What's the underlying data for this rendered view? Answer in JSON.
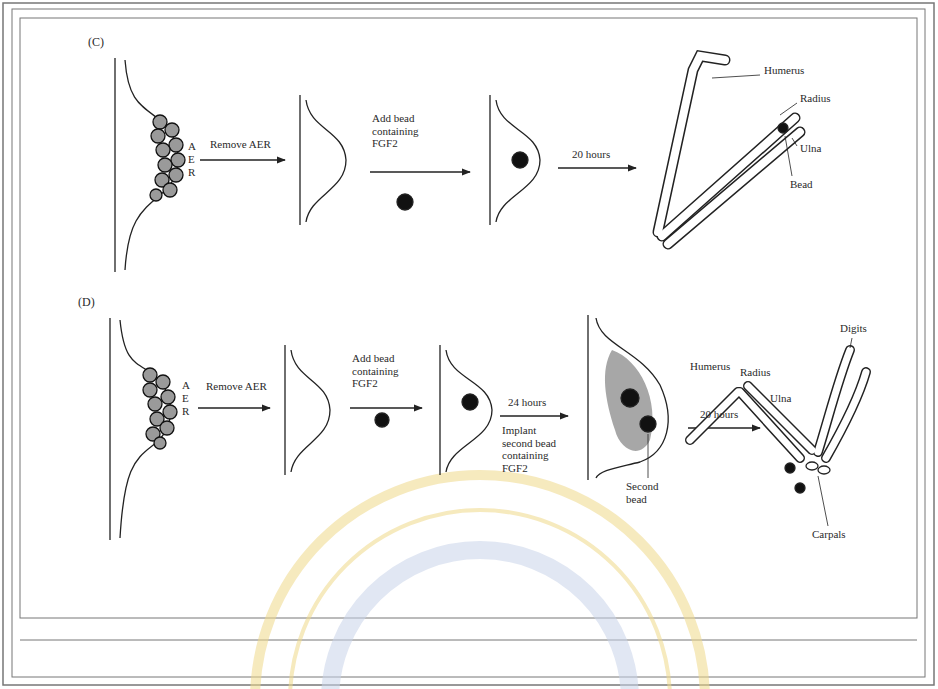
{
  "diagram": {
    "labels": [
      "(C)",
      "A",
      "E",
      "R",
      "Remove AER",
      "Add bead containing FGF2",
      "20 hours",
      "Humerus",
      "Radius",
      "Ulna",
      "Bead",
      "(D)",
      "A",
      "E",
      "R",
      "Remove AER",
      "Add bead containing FGF2",
      "24 hours",
      "Implant second bead containing FGF2",
      "Second bead",
      "20 hours",
      "Humerus",
      "Radius",
      "Ulna",
      "Digits",
      "Carpals"
    ]
  }
}
